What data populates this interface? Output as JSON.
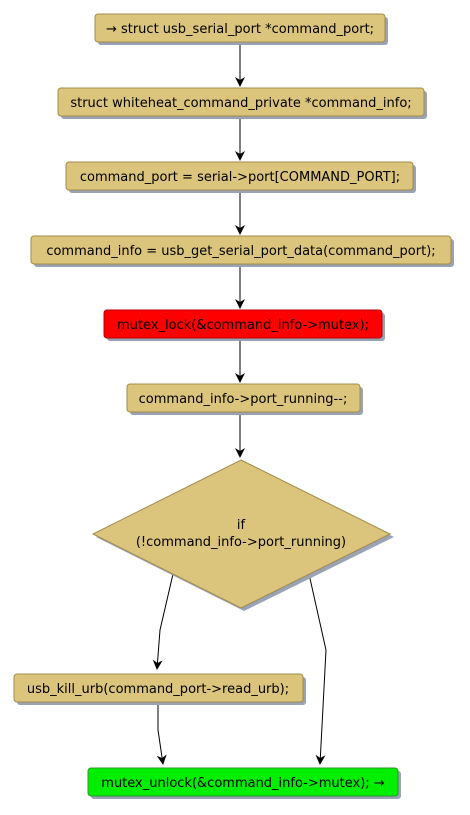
{
  "diagram": {
    "type": "flowchart",
    "colors": {
      "action_fill": "#dbc47c",
      "action_stroke": "#a08b4a",
      "highlight_fill": "#ff0000",
      "highlight_stroke": "#b80000",
      "end_fill": "#00ee00",
      "end_stroke": "#2a9a2a",
      "shadow": "#9aa3b5",
      "arrow": "#000000"
    },
    "nodes": [
      {
        "id": "n1",
        "label": "→ struct usb_serial_port *command_port;",
        "style": "action"
      },
      {
        "id": "n2",
        "label": "struct whiteheat_command_private *command_info;",
        "style": "action"
      },
      {
        "id": "n3",
        "label": "command_port = serial->port[COMMAND_PORT];",
        "style": "action"
      },
      {
        "id": "n4",
        "label": "command_info = usb_get_serial_port_data(command_port);",
        "style": "action"
      },
      {
        "id": "n5",
        "label": "mutex_lock(&command_info->mutex);",
        "style": "highlight"
      },
      {
        "id": "n6",
        "label": "command_info->port_running--;",
        "style": "action"
      },
      {
        "id": "n7",
        "label_lines": [
          "if",
          "(!command_info->port_running)"
        ],
        "style": "decision"
      },
      {
        "id": "n8",
        "label": "usb_kill_urb(command_port->read_urb);",
        "style": "action"
      },
      {
        "id": "n9",
        "label": "mutex_unlock(&command_info->mutex); →",
        "style": "end"
      }
    ],
    "edges": [
      {
        "from": "n1",
        "to": "n2"
      },
      {
        "from": "n2",
        "to": "n3"
      },
      {
        "from": "n3",
        "to": "n4"
      },
      {
        "from": "n4",
        "to": "n5"
      },
      {
        "from": "n5",
        "to": "n6"
      },
      {
        "from": "n6",
        "to": "n7"
      },
      {
        "from": "n7",
        "to": "n8"
      },
      {
        "from": "n7",
        "to": "n9"
      },
      {
        "from": "n8",
        "to": "n9"
      }
    ]
  }
}
